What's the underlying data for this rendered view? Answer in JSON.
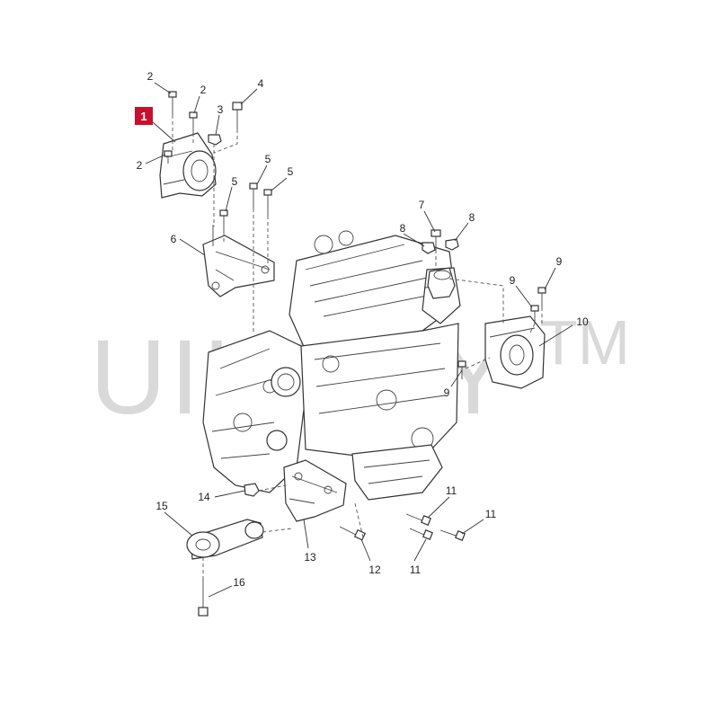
{
  "diagram": {
    "watermark": "UIKOEY",
    "watermark_mark": "TM",
    "highlight_color": "#c8102e",
    "highlighted_callout": "1",
    "callouts": [
      {
        "id": "c1",
        "label": "1"
      },
      {
        "id": "c2a",
        "label": "2"
      },
      {
        "id": "c2b",
        "label": "2"
      },
      {
        "id": "c2c",
        "label": "2"
      },
      {
        "id": "c3",
        "label": "3"
      },
      {
        "id": "c4",
        "label": "4"
      },
      {
        "id": "c5a",
        "label": "5"
      },
      {
        "id": "c5b",
        "label": "5"
      },
      {
        "id": "c5c",
        "label": "5"
      },
      {
        "id": "c6",
        "label": "6"
      },
      {
        "id": "c7",
        "label": "7"
      },
      {
        "id": "c8a",
        "label": "8"
      },
      {
        "id": "c8b",
        "label": "8"
      },
      {
        "id": "c9a",
        "label": "9"
      },
      {
        "id": "c9b",
        "label": "9"
      },
      {
        "id": "c9c",
        "label": "9"
      },
      {
        "id": "c10",
        "label": "10"
      },
      {
        "id": "c11a",
        "label": "11"
      },
      {
        "id": "c11b",
        "label": "11"
      },
      {
        "id": "c11c",
        "label": "11"
      },
      {
        "id": "c12",
        "label": "12"
      },
      {
        "id": "c13",
        "label": "13"
      },
      {
        "id": "c14",
        "label": "14"
      },
      {
        "id": "c15",
        "label": "15"
      },
      {
        "id": "c16",
        "label": "16"
      }
    ]
  }
}
